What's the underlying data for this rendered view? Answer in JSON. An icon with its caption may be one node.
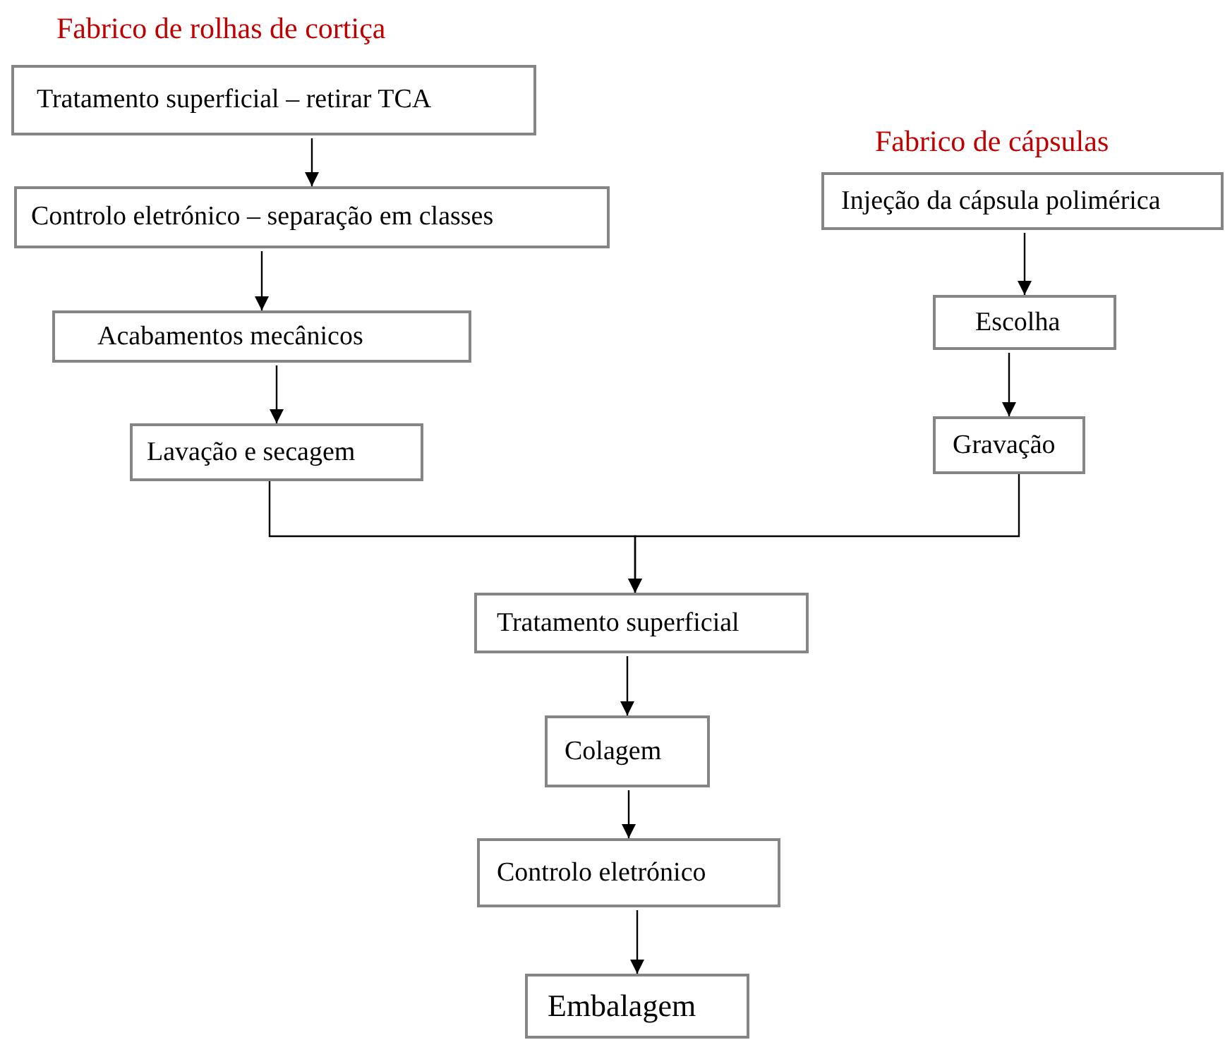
{
  "diagram": {
    "nodes": [
      {
        "text": [
          "Tratamento superficial – retirar TCA"
        ]
      },
      {
        "text": [
          "Controlo eletrónico – separação em classes"
        ]
      },
      {
        "text": [
          "Acabamentos mecânicos"
        ]
      },
      {
        "text": [
          "Lavação e secagem"
        ]
      },
      {
        "text": [
          "Injeção da cápsula polimérica"
        ]
      },
      {
        "text": [
          "Escolha"
        ]
      },
      {
        "text": [
          "Gravação"
        ]
      },
      {
        "text": [
          "Tratamento superficial"
        ]
      },
      {
        "text": [
          "Colagem"
        ]
      },
      {
        "text": [
          "Controlo eletrónico"
        ]
      },
      {
        "text": [
          "Embalagem"
        ]
      }
    ],
    "edges": [
      {
        "from": 0,
        "to": 1,
        "arrow": "to"
      },
      {
        "from": 1,
        "to": 2,
        "arrow": "to"
      },
      {
        "from": 2,
        "to": 3,
        "arrow": "to"
      },
      {
        "from": 4,
        "to": 5,
        "arrow": "to"
      },
      {
        "from": 5,
        "to": 6,
        "arrow": "to"
      },
      {
        "from": 3,
        "to": 7,
        "arrow": "to"
      },
      {
        "from": 6,
        "to": 7,
        "arrow": "to"
      },
      {
        "from": 7,
        "to": 8,
        "arrow": "to"
      },
      {
        "from": 8,
        "to": 9,
        "arrow": "to"
      },
      {
        "from": 9,
        "to": 10,
        "arrow": "to"
      }
    ],
    "labels": [
      "Fabrico de rolhas de cortiça",
      "Fabrico de cápsulas"
    ]
  }
}
